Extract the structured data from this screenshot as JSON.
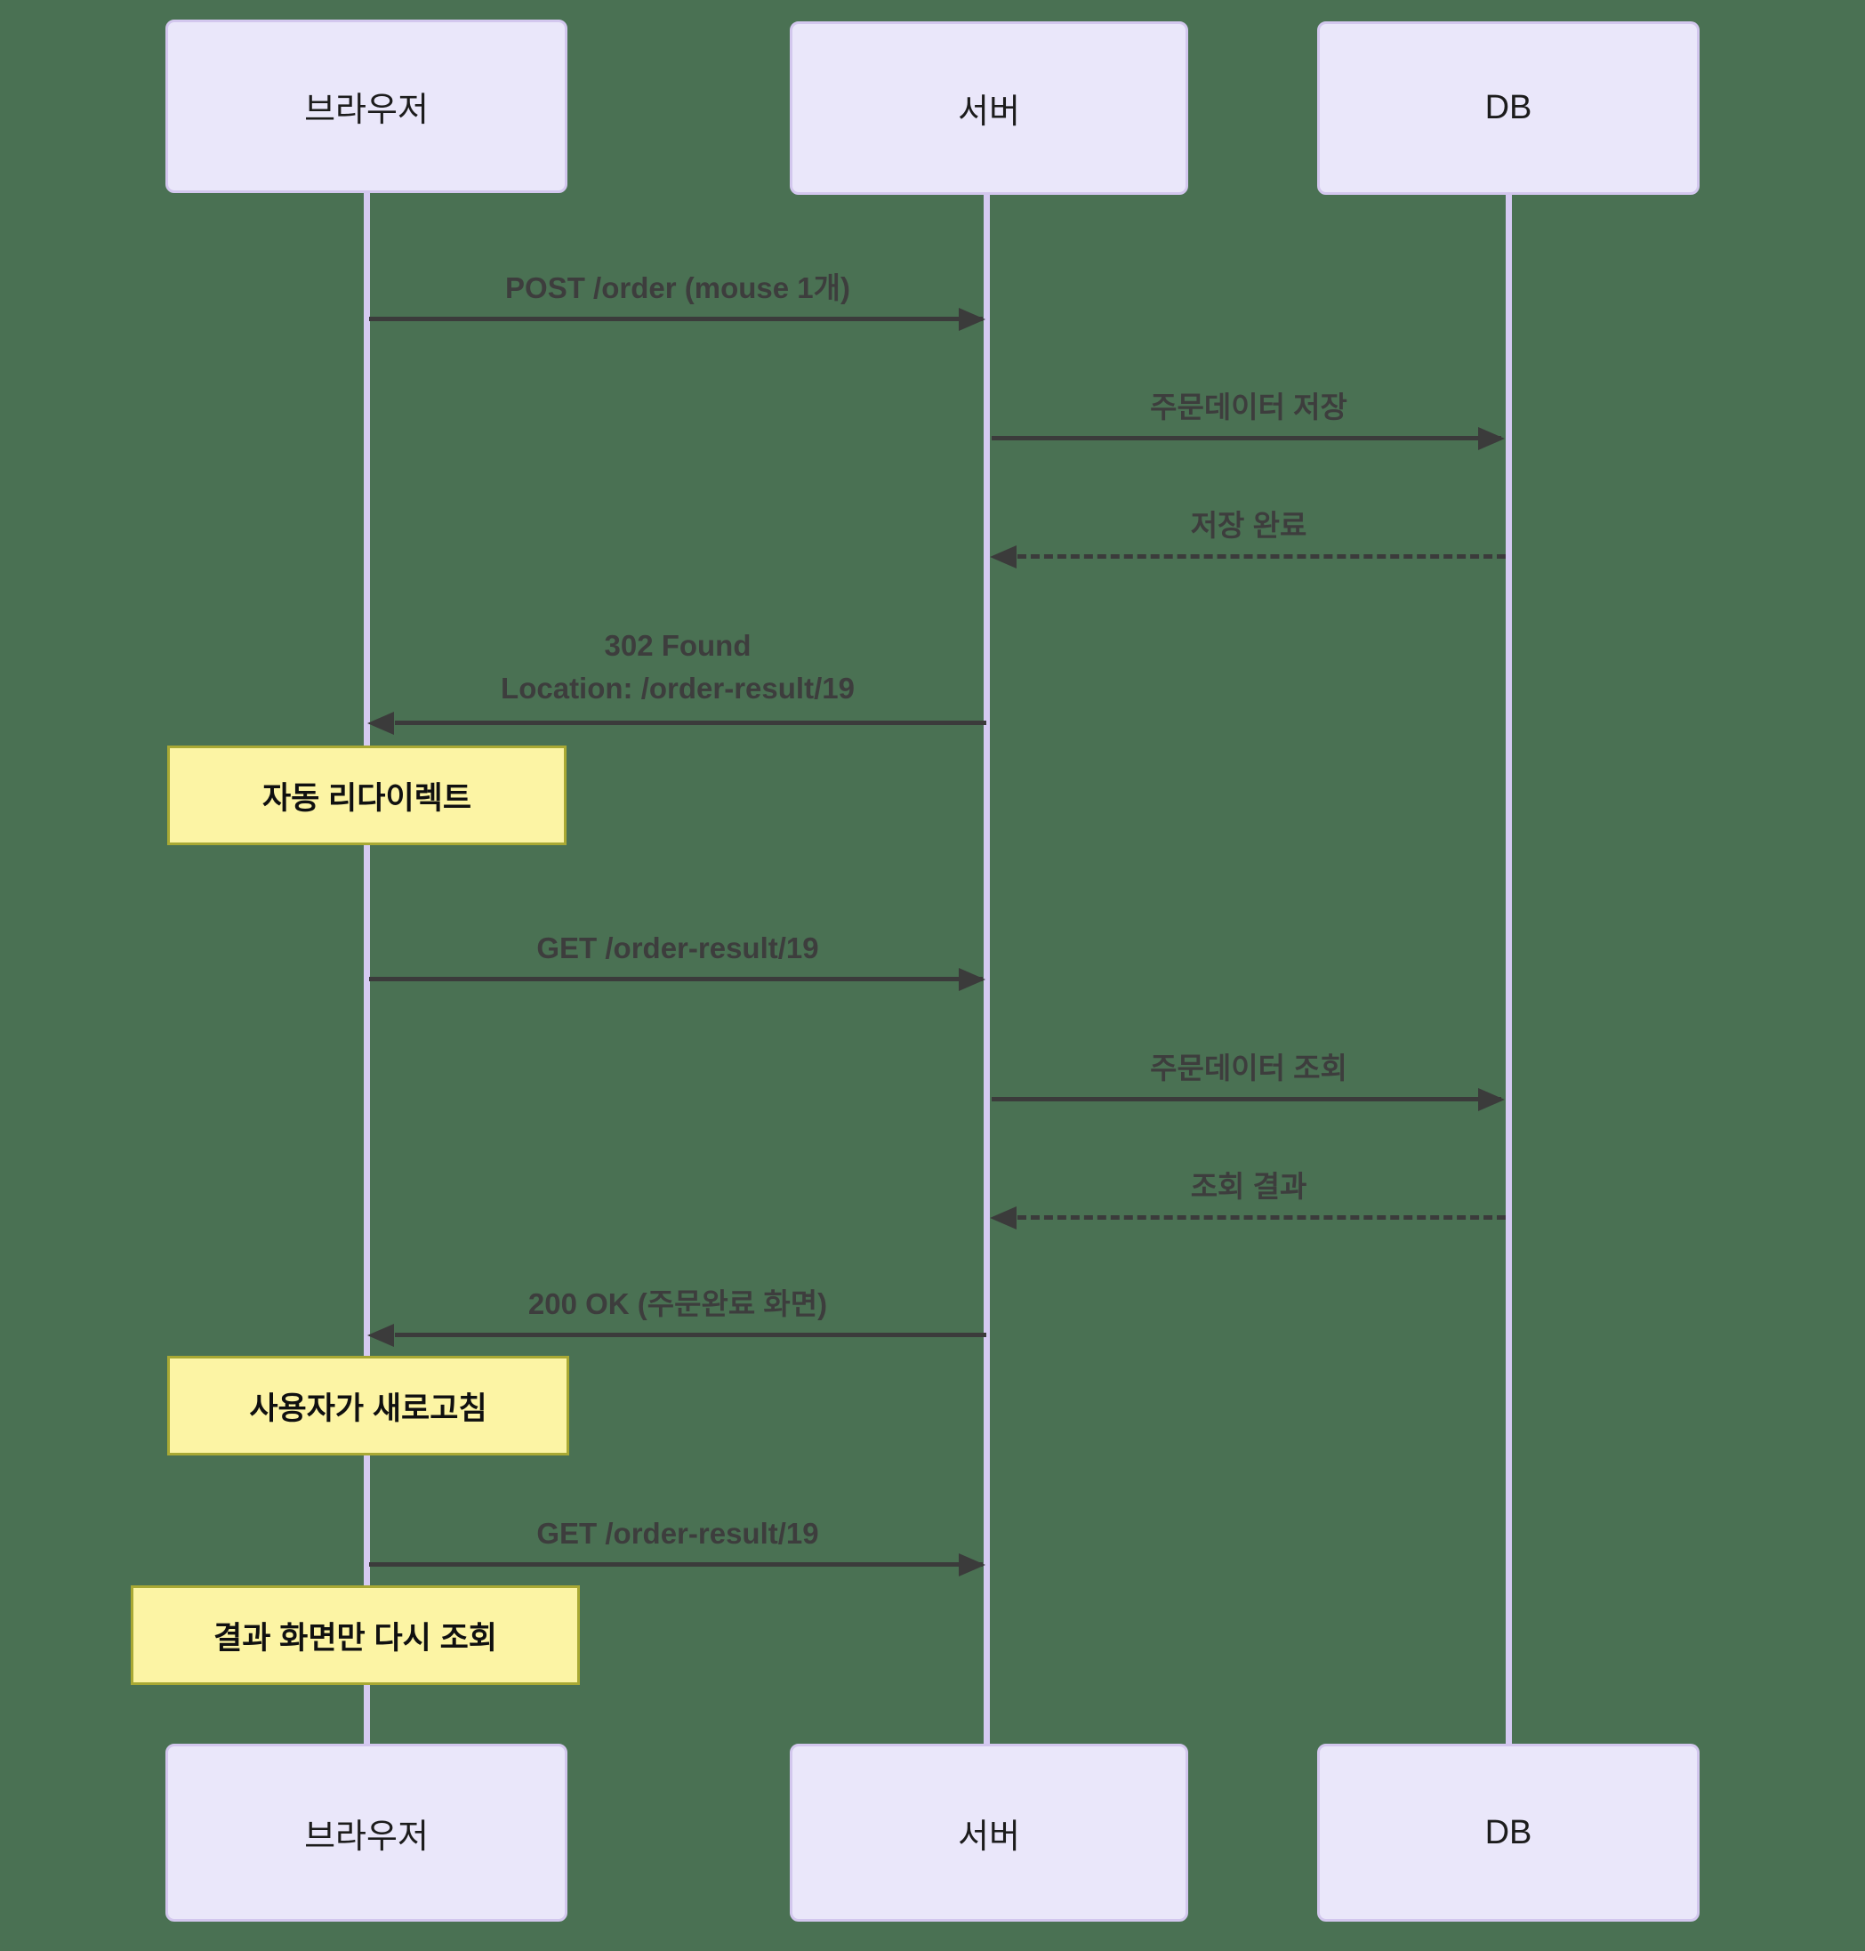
{
  "diagram": {
    "type": "sequence-diagram",
    "colors": {
      "background": "#4a7153",
      "actor_fill": "#eae7fa",
      "actor_border": "#d3c7ee",
      "lifeline": "#d5caf2",
      "arrow": "#3b3b3b",
      "message_text": "#3d3d3d",
      "note_fill": "#fcf4a4",
      "note_border": "#a9a934"
    },
    "actors": [
      {
        "id": "browser",
        "label": "브라우저"
      },
      {
        "id": "server",
        "label": "서버"
      },
      {
        "id": "db",
        "label": "DB"
      }
    ],
    "messages": [
      {
        "from": "browser",
        "to": "server",
        "style": "solid",
        "label": "POST /order (mouse 1개)"
      },
      {
        "from": "server",
        "to": "db",
        "style": "solid",
        "label": "주문데이터 저장"
      },
      {
        "from": "db",
        "to": "server",
        "style": "dashed",
        "label": "저장 완료"
      },
      {
        "from": "server",
        "to": "browser",
        "style": "solid",
        "label_lines": [
          "302 Found",
          "Location: /order-result/19"
        ]
      },
      {
        "type": "note",
        "over": "browser",
        "label": "자동 리다이렉트"
      },
      {
        "from": "browser",
        "to": "server",
        "style": "solid",
        "label": "GET /order-result/19"
      },
      {
        "from": "server",
        "to": "db",
        "style": "solid",
        "label": "주문데이터 조회"
      },
      {
        "from": "db",
        "to": "server",
        "style": "dashed",
        "label": "조회 결과"
      },
      {
        "from": "server",
        "to": "browser",
        "style": "solid",
        "label": "200 OK (주문완료 화면)"
      },
      {
        "type": "note",
        "over": "browser",
        "label": "사용자가 새로고침"
      },
      {
        "from": "browser",
        "to": "server",
        "style": "solid",
        "label": "GET /order-result/19"
      },
      {
        "type": "note",
        "over": "browser",
        "label": "결과 화면만 다시 조회"
      }
    ]
  }
}
